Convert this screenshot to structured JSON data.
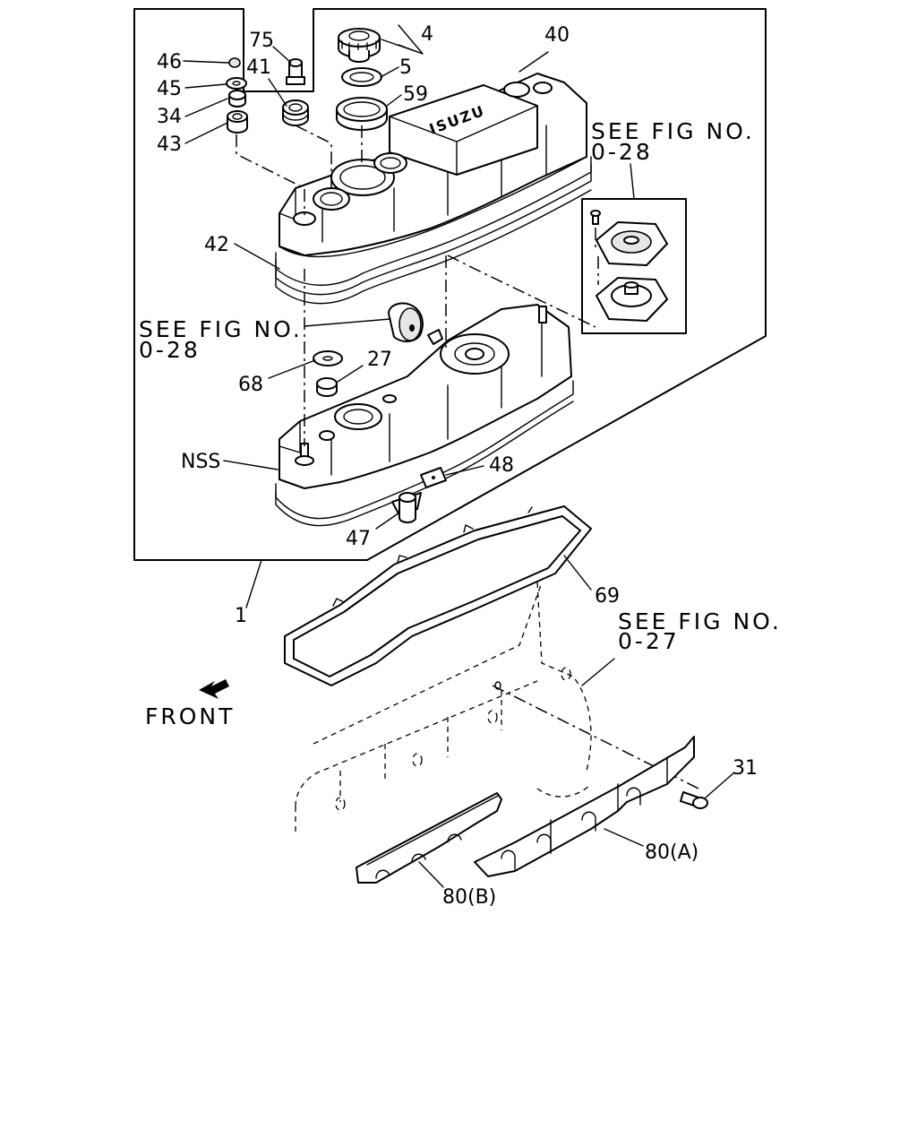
{
  "callouts": {
    "c75": "75",
    "c4": "4",
    "c40": "40",
    "c46": "46",
    "c41": "41",
    "c5": "5",
    "c45": "45",
    "c59": "59",
    "c34": "34",
    "c43": "43",
    "c42": "42",
    "c27": "27",
    "c68": "68",
    "cNSS": "NSS",
    "c48": "48",
    "c47": "47",
    "c1": "1",
    "c69": "69",
    "c31": "31",
    "c80a": "80(A)",
    "c80b": "80(B)"
  },
  "references": {
    "fig028_right_l1": "SEE FIG NO.",
    "fig028_right_l2": "0-28",
    "fig028_left_l1": "SEE FIG NO.",
    "fig028_left_l2": "0-28",
    "fig027_l1": "SEE FIG NO.",
    "fig027_l2": "0-27"
  },
  "marks": {
    "brand": "ISUZU",
    "front": "FRONT"
  }
}
